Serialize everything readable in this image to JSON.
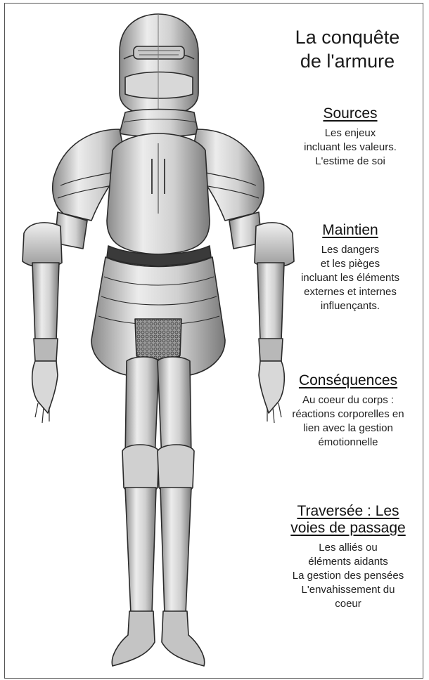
{
  "title": {
    "line1": "La conquête",
    "line2": "de l'armure"
  },
  "sections": [
    {
      "heading": "Sources",
      "heading2": "",
      "lines": [
        "Les enjeux",
        "incluant les valeurs.",
        "L'estime de soi"
      ]
    },
    {
      "heading": "Maintien",
      "heading2": "",
      "lines": [
        "Les dangers",
        "et les pièges",
        "incluant les éléments",
        "externes et internes",
        "influençants."
      ]
    },
    {
      "heading": "Conséquences",
      "heading2": "",
      "lines": [
        "Au coeur du corps :",
        "réactions corporelles en",
        "lien avec la gestion",
        "émotionnelle"
      ]
    },
    {
      "heading": "Traversée : Les",
      "heading2": "voies de passage",
      "lines": [
        "Les alliés ou",
        "éléments aidants",
        "La gestion des pensées",
        "L'envahissement du",
        "coeur"
      ]
    }
  ],
  "illustration": {
    "subject": "suit-of-armor-illustration",
    "colors": {
      "ink": "#2a2a2a",
      "metal_light": "#e8e8e8",
      "metal_mid": "#b8b8b8",
      "metal_dark": "#6a6a6a"
    }
  }
}
